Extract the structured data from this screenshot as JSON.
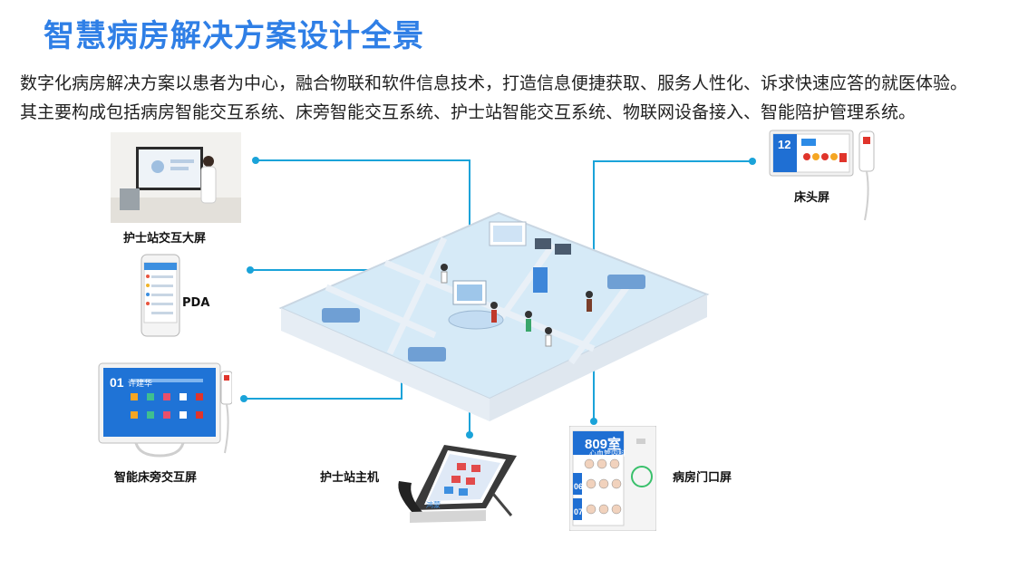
{
  "title": "智慧病房解决方案设计全景",
  "intro": {
    "line1": "数字化病房解决方案以患者为中心，融合物联和软件信息技术，打造信息便捷获取、服务人性化、诉求快速应答的就医体验。",
    "line2": "其主要构成包括病房智能交互系统、床旁智能交互系统、护士站智能交互系统、物联网设备接入、智能陪护管理系统。"
  },
  "devices": {
    "nurse_station_screen": "护士站交互大屏",
    "pda": "PDA",
    "bedside_terminal": "智能床旁交互屏",
    "nurse_station_host": "护士站主机",
    "door_screen": "病房门口屏",
    "bedhead_screen": "床头屏"
  },
  "screens": {
    "bedhead_number": "12",
    "bedside_number": "01",
    "bedside_name": "许建华",
    "door_room": "809室",
    "door_dept": "心血管内科",
    "door_bed_a": "06",
    "door_bed_b": "07",
    "host_brand": "鸿蒙"
  },
  "colors": {
    "accent": "#2f7fe6",
    "connector": "#1aa3d9",
    "floor": "#d6eaf7",
    "wall": "#eef4fa"
  }
}
